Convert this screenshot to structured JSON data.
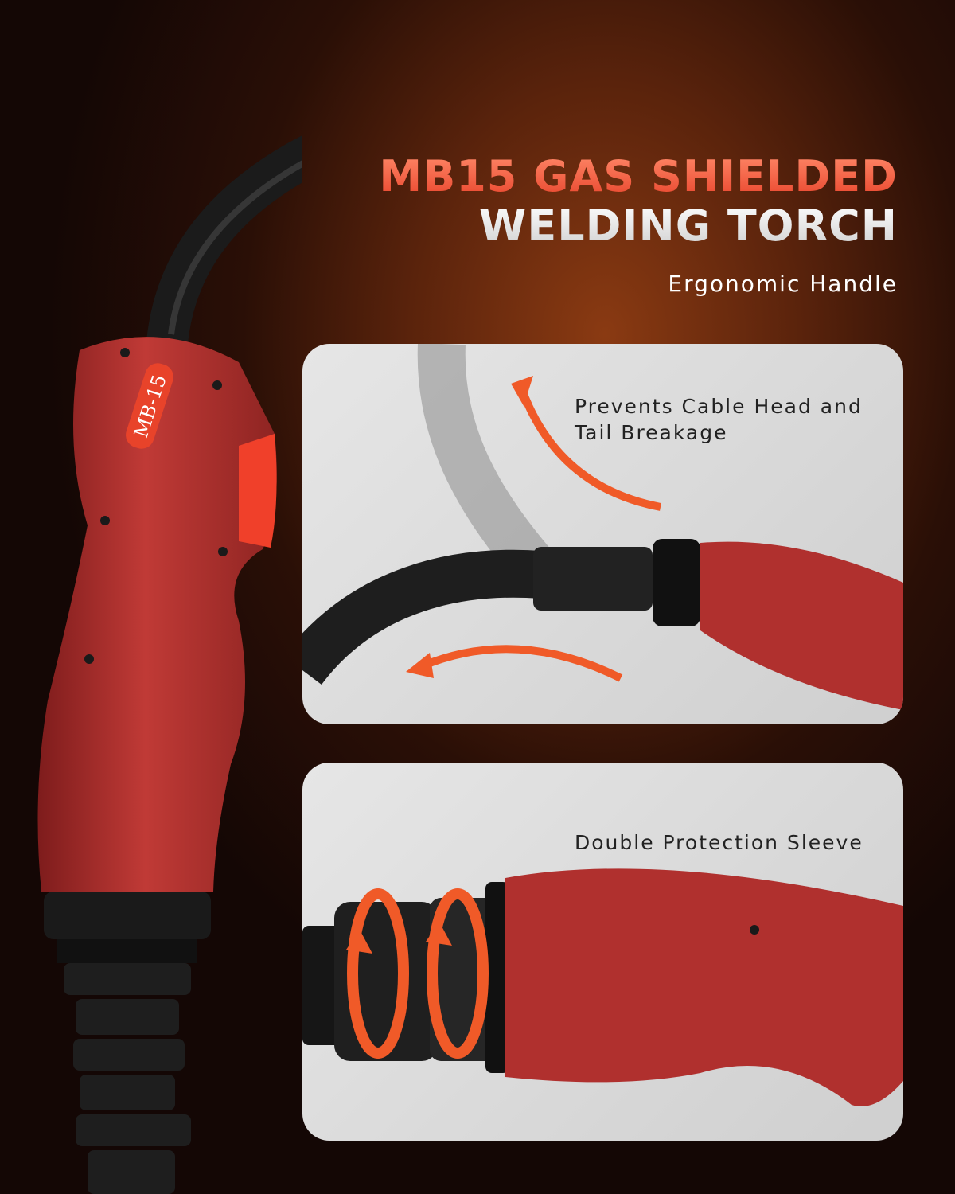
{
  "headline": {
    "line1": "MB15 GAS SHIELDED",
    "line2": "WELDING TORCH",
    "subtitle": "Ergonomic Handle"
  },
  "handle_label": "MB-15",
  "features": [
    {
      "text_line1": "Prevents Cable Head and",
      "text_line2": "Tail Breakage"
    },
    {
      "text_line1": "Double Protection Sleeve"
    }
  ],
  "colors": {
    "accent": "#f05a28",
    "handle_red": "#b8322f",
    "panel_bg": "#dcdcdc"
  }
}
